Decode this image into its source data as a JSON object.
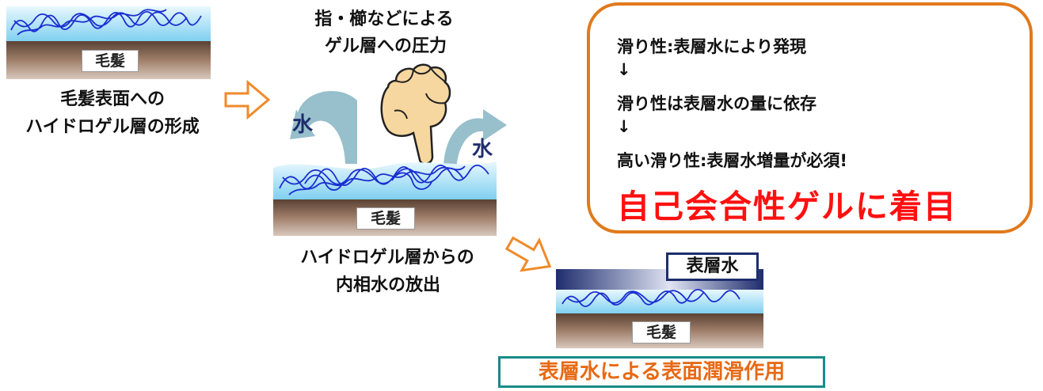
{
  "hair_label": "毛髪",
  "step1": {
    "caption_line1": "毛髪表面への",
    "caption_line2": "ハイドロゲル層の形成"
  },
  "step2": {
    "pressure_line1": "指・櫛などによる",
    "pressure_line2": "ゲル層への圧力",
    "water_label": "水",
    "caption_line1": "ハイドロゲル層からの",
    "caption_line2": "内相水の放出"
  },
  "step3": {
    "surface_water_label": "表層水",
    "effect_label": "表層水による表面潤滑作用"
  },
  "callout": {
    "line1": "滑り性:表層水により発現",
    "arrow1": "↓",
    "line2": "滑り性は表層水の量に依存",
    "arrow2": "↓",
    "line3": "高い滑り性:表層水増量が必須!",
    "highlight": "自己会合性ゲルに着目"
  },
  "colors": {
    "gel_blue": "#9fdcf5",
    "coil_blue": "#1a2fd0",
    "hair_brown": "#8a6a55",
    "arrow_orange": "#f08a2a",
    "callout_border": "#e07a1c",
    "highlight_red": "#ff1010",
    "effect_text": "#e76a15",
    "effect_border": "#1a8a8a",
    "surface_water_navy": "#1e2d6e",
    "hand_skin": "#f7d7a0"
  }
}
